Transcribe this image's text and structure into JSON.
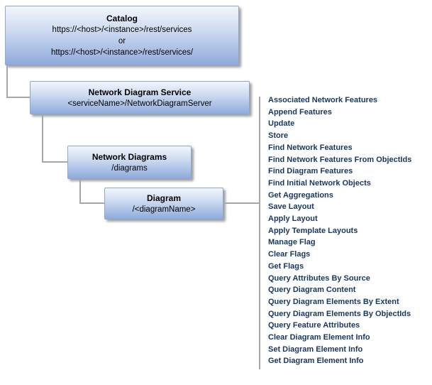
{
  "hierarchy": {
    "catalog": {
      "title": "Catalog",
      "url1": "https://<host>/<instance>/rest/services",
      "or": "or",
      "url2": "https://<host>/<instance>/rest/services/"
    },
    "service": {
      "title": "Network Diagram Service",
      "path": "<serviceName>/NetworkDiagramServer"
    },
    "diagrams": {
      "title": "Network Diagrams",
      "path": "/diagrams"
    },
    "diagram": {
      "title": "Diagram",
      "path": "/<diagramName>"
    }
  },
  "operations": {
    "items": [
      "Associated Network Features",
      "Append Features",
      "Update",
      "Store",
      "Find Network Features",
      "Find Network Features From ObjectIds",
      "Find Diagram Features",
      "Find Initial Network Objects",
      "Get Aggregations",
      "Save Layout",
      "Apply Layout",
      "Apply Template Layouts",
      "Manage Flag",
      "Clear Flags",
      "Get Flags",
      "Query Attributes By Source",
      "Query Diagram Content",
      "Query Diagram Elements By Extent",
      "Query Diagram Elements By ObjectIds",
      "Query Feature Attributes",
      "Clear Diagram Element Info",
      "Set Diagram Element Info",
      "Get Diagram Element Info"
    ]
  },
  "colors": {
    "box_gradient_top": "#f2f6fc",
    "box_gradient_bottom": "#8fabdc",
    "box_border": "#8fa6cc",
    "connector": "#a6a6a6",
    "operation_text": "#17375e"
  }
}
